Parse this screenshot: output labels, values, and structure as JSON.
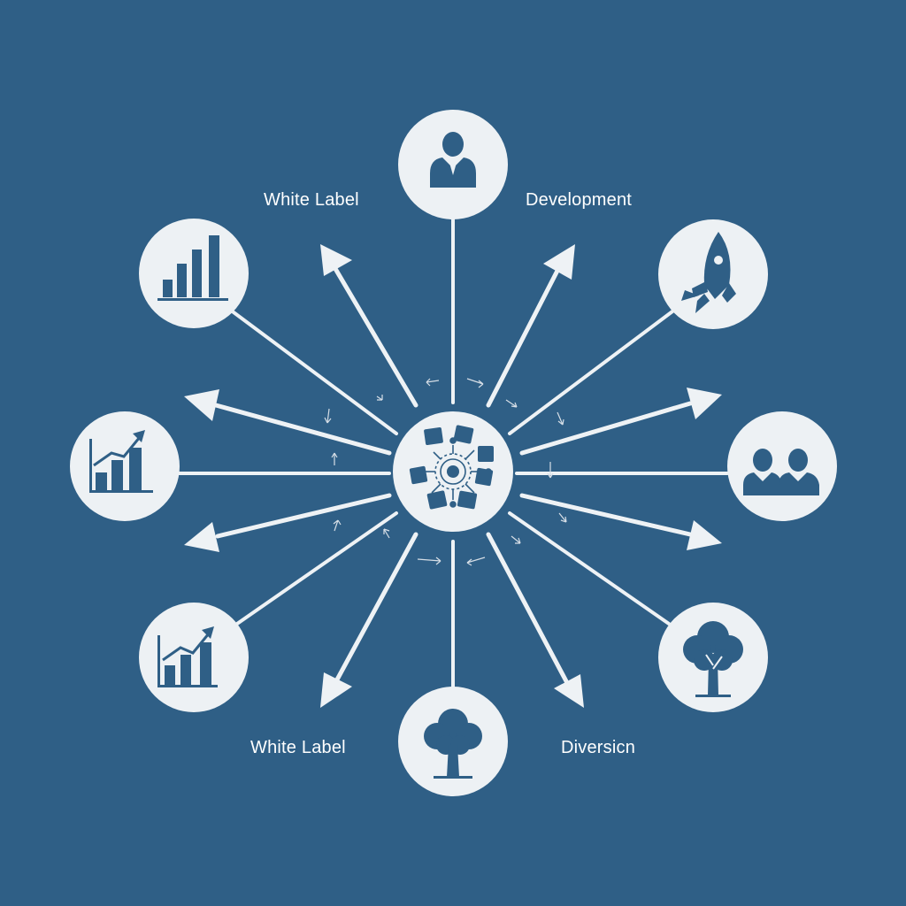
{
  "colors": {
    "background": "#2f5f86",
    "node_fill": "#edf1f4",
    "line": "#eef2f5",
    "icon": "#2f5f86"
  },
  "labels": {
    "top_left": "White Label",
    "top_right": "Development",
    "bottom_left": "White Label",
    "bottom_right": "Diversicn"
  },
  "hub": {
    "icon": "network-hub-icon"
  },
  "nodes": [
    {
      "id": "top",
      "icon": "person-icon"
    },
    {
      "id": "upper-left",
      "icon": "bar-chart-icon"
    },
    {
      "id": "upper-right",
      "icon": "rocket-icon"
    },
    {
      "id": "left",
      "icon": "growth-chart-icon"
    },
    {
      "id": "right",
      "icon": "team-icon"
    },
    {
      "id": "lower-left",
      "icon": "growth-chart-icon"
    },
    {
      "id": "lower-right",
      "icon": "tree-icon"
    },
    {
      "id": "bottom",
      "icon": "tree-icon"
    }
  ]
}
